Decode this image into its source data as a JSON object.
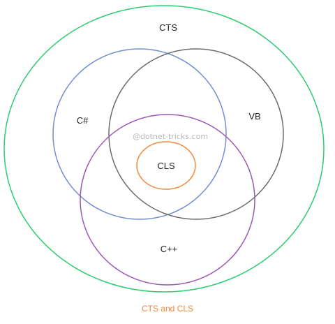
{
  "diagram": {
    "sets": [
      {
        "id": "cts",
        "label": "CTS",
        "color": "#2ecc71"
      },
      {
        "id": "csharp",
        "label": "C#",
        "color": "#6f8fd1"
      },
      {
        "id": "vb",
        "label": "VB",
        "color": "#6b6b6b"
      },
      {
        "id": "cpp",
        "label": "C++",
        "color": "#9b59b6"
      },
      {
        "id": "cls",
        "label": "CLS",
        "color": "#f08a3c"
      }
    ],
    "watermark": "@dotnet-tricks.com",
    "watermark_color": "#b8b8b8",
    "caption": "CTS and CLS",
    "caption_color": "#f08a3c"
  }
}
